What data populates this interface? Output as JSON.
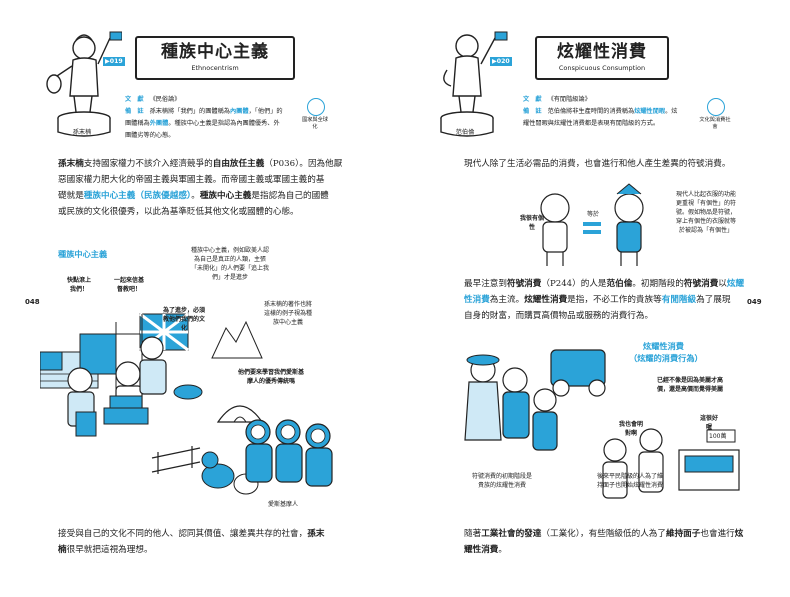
{
  "left": {
    "page_number": "048",
    "figure_badge": "▶019",
    "figure_name": "孫末楠",
    "title": "種族中心主義",
    "subtitle": "Ethnocentrism",
    "ref_tag": "文　獻",
    "ref_text": "《民俗論》",
    "note_tag": "備　註",
    "note_line1a": "孫末楠將「我們」的團體稱為",
    "note_line1b": "內團體",
    "note_line1c": "，「他們」的",
    "note_line2a": "團體稱為",
    "note_line2b": "外團體",
    "note_line2c": "。種族中心主義是指認為內團體優秀、外",
    "note_line3": "團體劣等的心態。",
    "icon_label": "國家與全球化",
    "para1_a": "孫末楠",
    "para1_b": "支持國家權力不該介入經濟競爭的",
    "para1_c": "自由放任主義",
    "para1_d": "（P036）。因為他厭",
    "para1_line2": "惡國家權力肥大化的帝國主義與軍國主義。而帝國主義或軍國主義的基",
    "para1_line3a": "礎就是",
    "para1_line3b": "種族中心主義（民族優越感）",
    "para1_line3c": "。",
    "para1_line3d": "種族中心主義",
    "para1_line3e": "是指認為自己的國體",
    "para1_line4": "或民族的文化很優秀，以此為基準貶低其他文化或國體的心態。",
    "section_title": "種族中心主義",
    "bubble_left": "快點滾上我們！",
    "bubble_mid": "一起來信基督教吧！",
    "bubble_teach": "為了進步，必須教他們我們的文化",
    "explain_top": "種族中心主義，例如歐美人認為自己是真正的人類，主張「未開化」的人們要「追上我們」才是進步",
    "explain_right": "孫末楠的著作也將這樣的例子視為種族中心主義",
    "bubble_eskimo": "他們要來學習我們愛斯基摩人的優秀傳統嗎",
    "label_eskimo": "愛斯基摩人",
    "bottom_line1a": "接受與自己的文化不同的他人、認同其價值、讓差異共存的社會，",
    "bottom_line1b": "孫末",
    "bottom_line2a": "楠",
    "bottom_line2b": "很早就把這視為理想。"
  },
  "right": {
    "page_number": "049",
    "figure_badge": "▶020",
    "figure_name": "范伯倫",
    "title": "炫耀性消費",
    "subtitle": "Conspicuous Consumption",
    "ref_tag": "文　獻",
    "ref_text": "《有閒階級論》",
    "note_tag": "備　註",
    "note_line1a": "范伯倫將非生產時間的消費稱為",
    "note_line1b": "炫耀性閒暇",
    "note_line1c": "。炫",
    "note_line2": "耀性閒暇與炫耀性消費都是表現有閒階級的方式。",
    "icon_label": "文化與消費社會",
    "para1": "現代人除了生活必需品的消費，也會進行和他人產生差異的符號消費。",
    "para1_hl": "符號消費",
    "me_label": "我很有個性",
    "equal_label": "等於",
    "explain_right": "現代人比起衣服的功能更重視「有個性」的符號。假如物品是符號，穿上有個性的衣服就等於被認為「有個性」",
    "para2_a": "最早注意到",
    "para2_b": "符號消費",
    "para2_c": "（P244）的人是",
    "para2_d": "范伯倫",
    "para2_e": "。初期階段的",
    "para2_f": "符號消費",
    "para2_g": "以",
    "para2_h": "炫耀",
    "para2_line2a": "性消費",
    "para2_line2b": "為主流。",
    "para2_line2c": "炫耀性消費",
    "para2_line2d": "是指，不必工作的貴族等",
    "para2_line2e": "有閒階級",
    "para2_line2f": "為了展現",
    "para2_line3": "自身的財富，而購買高價物品或服務的消費行為。",
    "section_title_1": "炫耀性消費",
    "section_title_2": "（炫耀的消費行為）",
    "bubble_already": "已經不像是因為美麗才高價，還是高價而覺得美麗",
    "bubble_me_too": "我也會明對啊",
    "bubble_keep": "這很好喔",
    "price_tag": "100萬",
    "caption_left": "符號消費的初期階段是貴族的炫耀性消費",
    "caption_right": "後來平民階級的人為了維持面子也開始炫耀性消費",
    "bottom_line1a": "隨著",
    "bottom_line1b": "工業社會的發達",
    "bottom_line1c": "（工業化），有些階級低的人為了",
    "bottom_line1d": "維持面子",
    "bottom_line1e": "也會進行",
    "bottom_line1f": "炫",
    "bottom_line2a": "耀性消費",
    "bottom_line2b": "。"
  },
  "colors": {
    "accent": "#2ba3d8",
    "ink": "#222222"
  }
}
